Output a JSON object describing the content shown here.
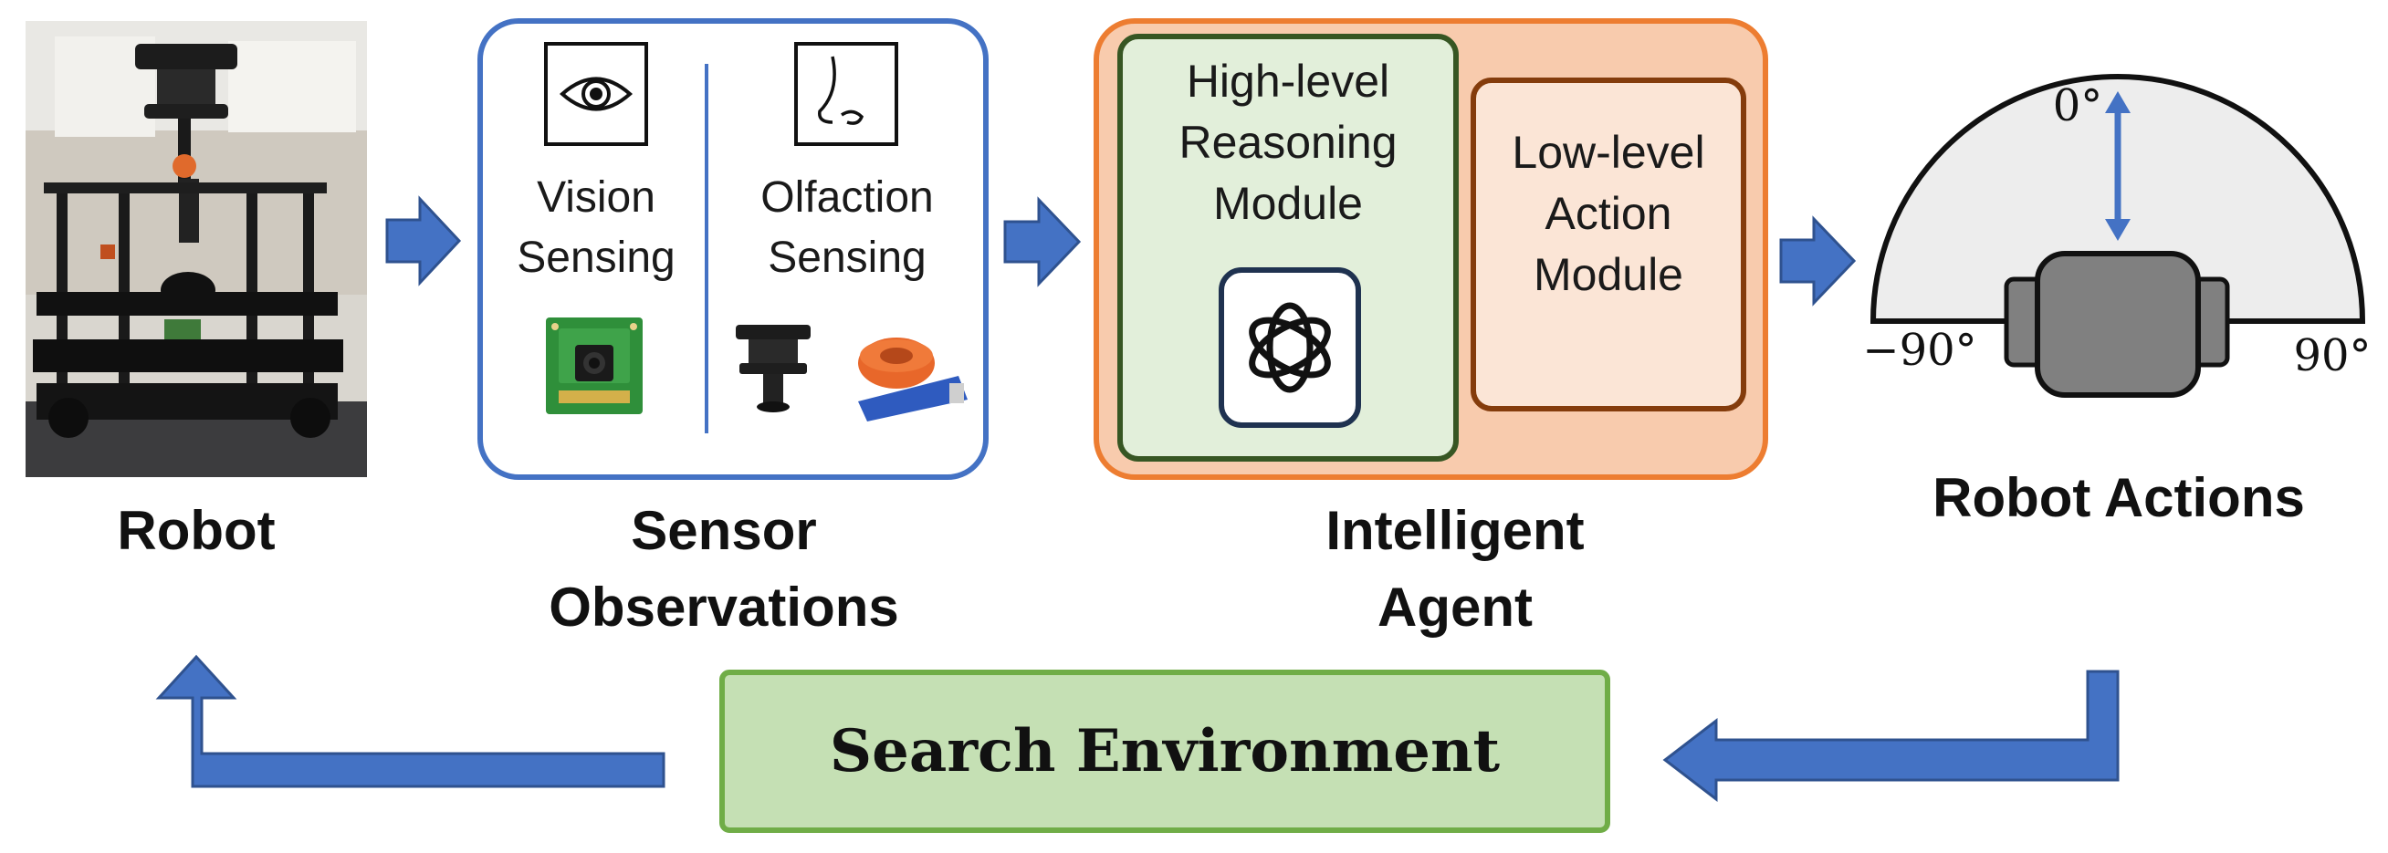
{
  "robot": {
    "label": "Robot",
    "photo_icon": "robot-photo"
  },
  "sensor_observations": {
    "label": "Sensor Observations",
    "vision": {
      "icon": "eye-icon",
      "label": "Vision Sensing",
      "device_icon": "camera-module-icon"
    },
    "olfaction": {
      "icon": "nose-icon",
      "label": "Olfaction Sensing",
      "device_icons": [
        "anemometer-icon",
        "gas-sensor-icon"
      ]
    }
  },
  "intelligent_agent": {
    "label": "Intelligent Agent",
    "high_level": {
      "label": "High-level Reasoning Module",
      "icon": "openai-logo-icon"
    },
    "low_level": {
      "label": "Low-level Action Module"
    }
  },
  "robot_actions": {
    "label": "Robot Actions",
    "angles": {
      "center": "0°",
      "left": "−90°",
      "right": "90°"
    }
  },
  "search_environment": {
    "label": "Search Environment"
  },
  "colors": {
    "arrow_blue": "#4472C4",
    "sensor_border": "#4472C4",
    "agent_fill": "#F8CBAD",
    "agent_border": "#ED7D31",
    "high_level_fill": "#E2EFDA",
    "high_level_border": "#375623",
    "low_level_fill": "#FBE5D6",
    "low_level_border": "#843C0C",
    "env_fill": "#C5E0B4",
    "env_border": "#70AD47",
    "semicircle_fill": "#EDEDED",
    "robot_body": "#808080"
  }
}
